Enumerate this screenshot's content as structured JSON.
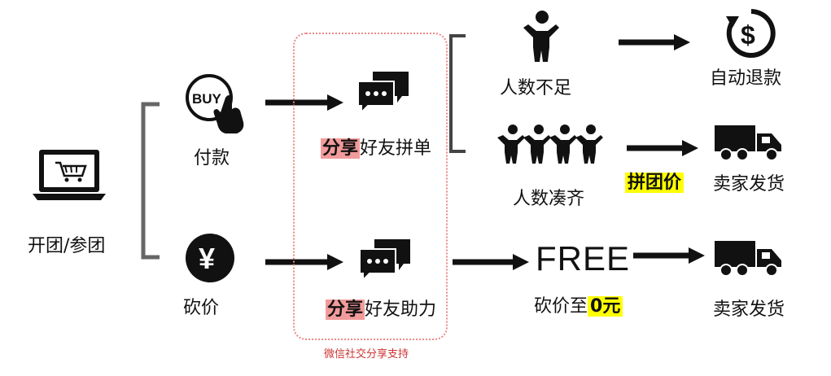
{
  "start": {
    "label": "开团/参团"
  },
  "pay": {
    "label": "付款",
    "icon_text": "BUY"
  },
  "bargain": {
    "label": "砍价",
    "icon_text": "¥"
  },
  "share_group": {
    "highlight": "分享",
    "rest": "好友拼单"
  },
  "share_help": {
    "highlight": "分享",
    "rest": "好友助力"
  },
  "social_caption": "微信社交分享支持",
  "not_enough": {
    "label": "人数不足"
  },
  "refund": {
    "label": "自动退款",
    "icon_text": "$"
  },
  "full": {
    "label": "人数凑齐"
  },
  "group_price": {
    "label": "拼团价"
  },
  "ship1": {
    "label": "卖家发货"
  },
  "free": {
    "text": "FREE",
    "label_prefix": "砍价至",
    "label_highlight": "0元"
  },
  "ship2": {
    "label": "卖家发货"
  },
  "colors": {
    "highlight_red": "#f29b9b",
    "highlight_yellow": "#ffff00",
    "dash_box": "#ee8888"
  }
}
